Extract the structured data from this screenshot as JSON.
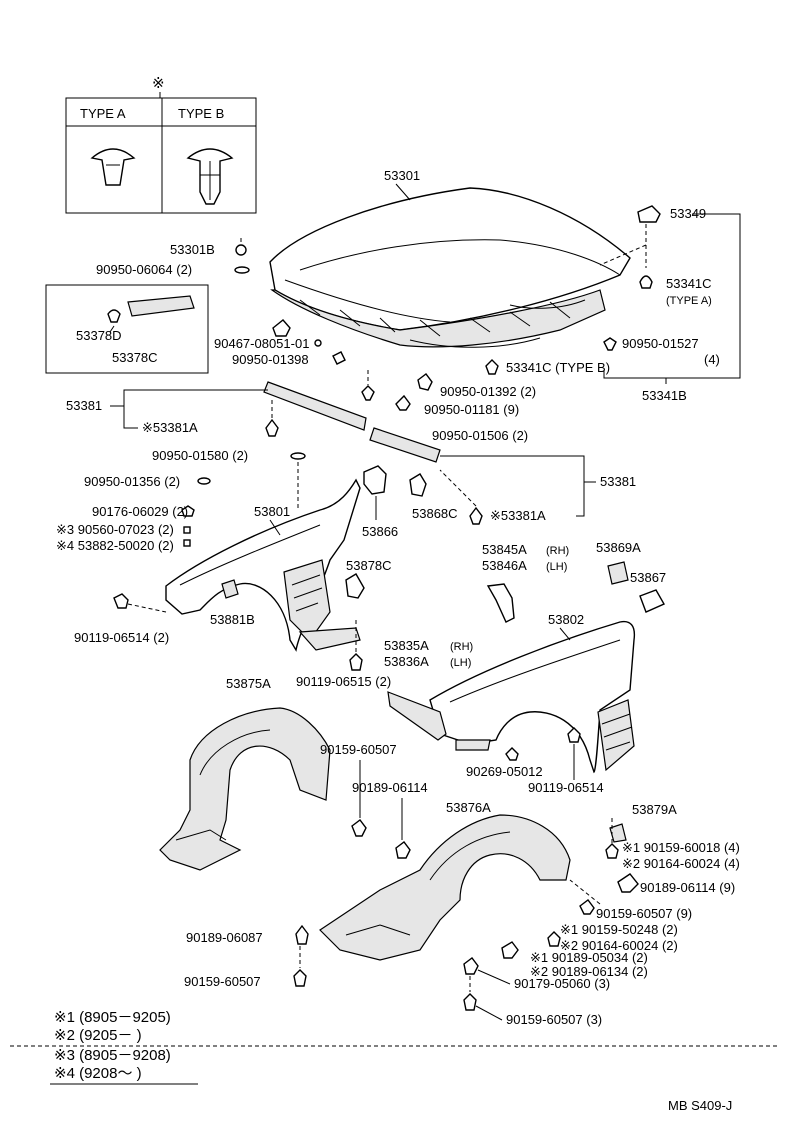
{
  "legend_table": {
    "mark": "※",
    "type_a": "TYPE  A",
    "type_b": "TYPE  B"
  },
  "part_labels": {
    "p53301": "53301",
    "p53301B": "53301B",
    "p90950_06064": "90950-06064 (2)",
    "p53378D": "53378D",
    "p53378C": "53378C",
    "p90467": "90467-08051-01",
    "p90950_01398": "90950-01398",
    "p53349": "53349",
    "p53341C_a": "53341C",
    "p53341C_a_type": "(TYPE  A)",
    "p90950_01527": "90950-01527",
    "p90950_01527_qty": "(4)",
    "p53341C_b": "53341C (TYPE  B)",
    "p53341B": "53341B",
    "p90950_01392": "90950-01392 (2)",
    "p90950_01181": "90950-01181 (9)",
    "p90950_01506": "90950-01506 (2)",
    "p53381_l": "53381",
    "p53381A_l": "※53381A",
    "p90950_01580": "90950-01580 (2)",
    "p53381_r": "53381",
    "p90950_01356": "90950-01356 (2)",
    "p53866": "53866",
    "p53868C": "53868C",
    "p53381A_r": "※53381A",
    "p53801": "53801",
    "p90176": "90176-06029 (2)",
    "p90560": "※3 90560-07023 (2)",
    "p53882": "※4 53882-50020 (2)",
    "p53878C": "53878C",
    "p53845A": "53845A",
    "p53845A_side": "(RH)",
    "p53846A": "53846A",
    "p53846A_side": "(LH)",
    "p53869A": "53869A",
    "p53867": "53867",
    "p53881B": "53881B",
    "p90119_06514_l": "90119-06514 (2)",
    "p53802": "53802",
    "p53835A": "53835A",
    "p53835A_side": "(RH)",
    "p53836A": "53836A",
    "p53836A_side": "(LH)",
    "p90119_06515": "90119-06515 (2)",
    "p53875A": "53875A",
    "p90159_60507_a": "90159-60507",
    "p90269": "90269-05012",
    "p90119_06514_r": "90119-06514",
    "p90189_06114_a": "90189-06114",
    "p53876A": "53876A",
    "p53879A": "53879A",
    "p90159_60018": "※1 90159-60018 (4)",
    "p90164_60024_a": "※2 90164-60024 (4)",
    "p90189_06114_b": "90189-06114 (9)",
    "p90159_60507_b": "90159-60507 (9)",
    "p90159_50248": "※1 90159-50248 (2)",
    "p90164_60024_b": "※2 90164-60024 (2)",
    "p90189_06087": "90189-06087",
    "p90189_05034": "※1 90189-05034 (2)",
    "p90189_06134": "※2 90189-06134 (2)",
    "p90179": "90179-05060 (3)",
    "p90159_60507_c": "90159-60507",
    "p90159_60507_d": "90159-60507 (3)"
  },
  "footnotes": [
    "※1 (8905－9205)",
    "※2 (9205－       )",
    "※3 (8905－9208)",
    "※4 (9208～       )"
  ],
  "diagram_code": "MB S409-J",
  "icons": [
    "push-clip-type-a",
    "push-clip-type-b"
  ]
}
